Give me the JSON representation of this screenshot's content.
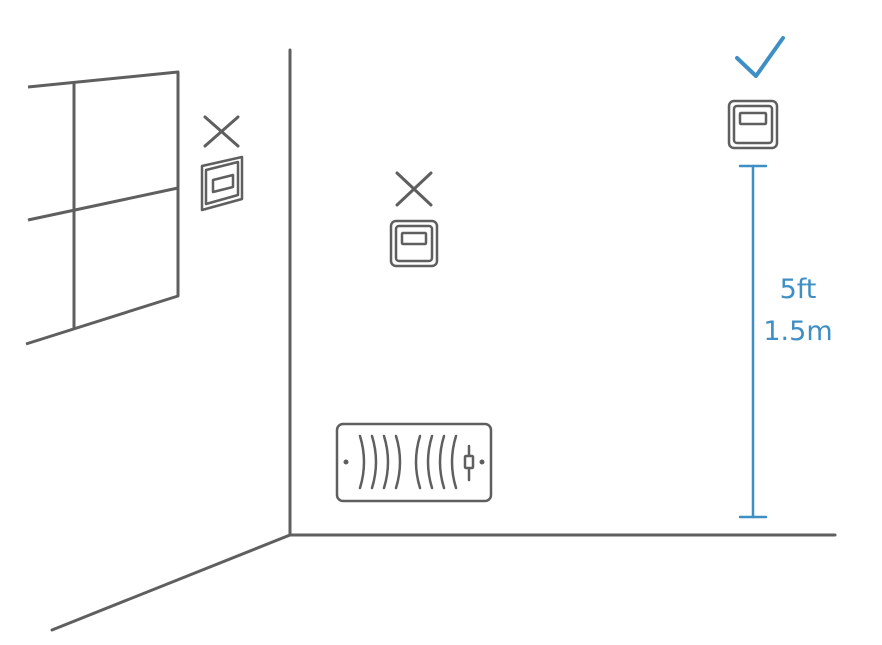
{
  "colors": {
    "line": "#5f5f5f",
    "accent": "#3f8fc4",
    "background": "#ffffff"
  },
  "placements": [
    {
      "name": "near-window",
      "status": "incorrect",
      "icon": "x-mark-icon"
    },
    {
      "name": "low-wall",
      "status": "incorrect",
      "icon": "x-mark-icon"
    },
    {
      "name": "recommended",
      "status": "correct",
      "icon": "check-mark-icon"
    }
  ],
  "measurement": {
    "imperial": "5ft",
    "metric": "1.5m"
  },
  "objects": {
    "window": "window-icon",
    "vent": "air-vent-icon",
    "thermostat": "thermostat-icon"
  }
}
